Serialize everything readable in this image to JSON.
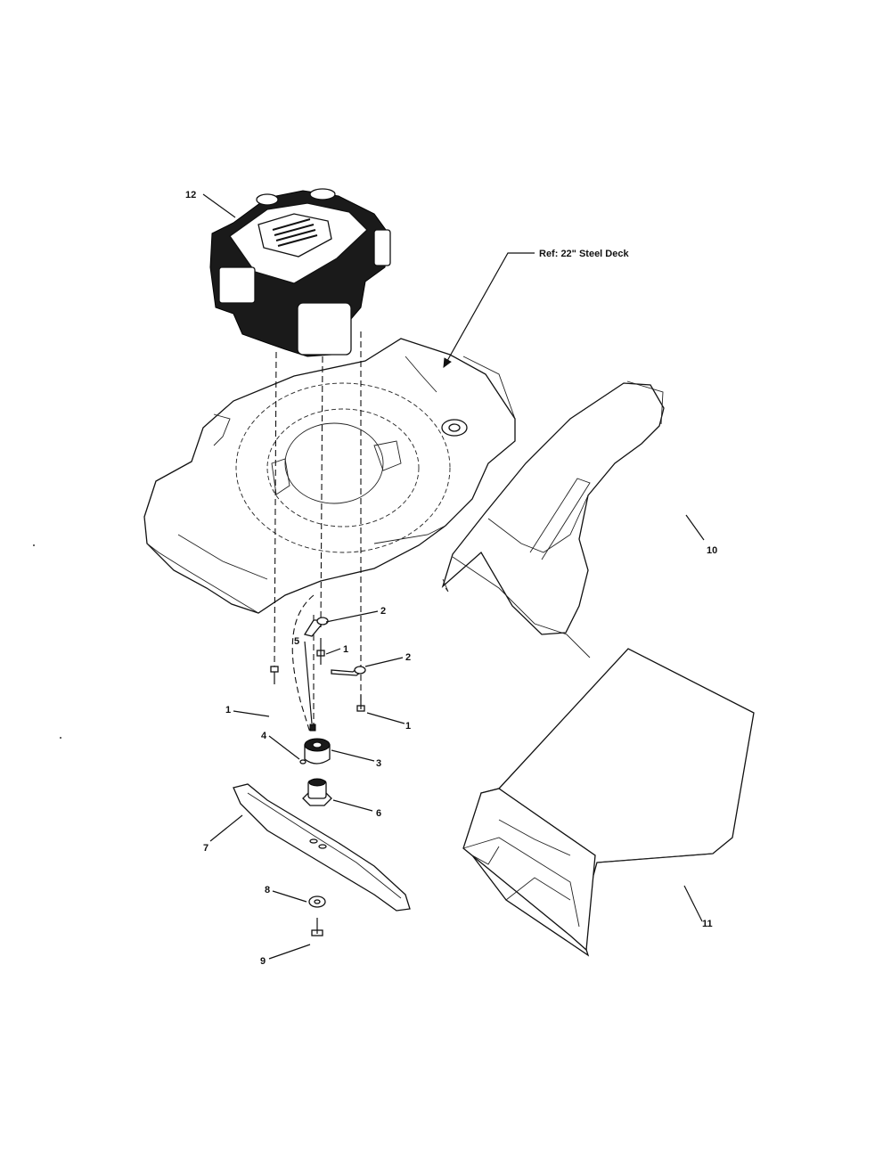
{
  "reference_label": "Ref: 22\" Steel Deck",
  "callouts": {
    "c1a": "1",
    "c1b": "1",
    "c1c": "1",
    "c2a": "2",
    "c2b": "2",
    "c3": "3",
    "c4": "4",
    "c5": "5",
    "c6": "6",
    "c7": "7",
    "c8": "8",
    "c9": "9",
    "c10": "10",
    "c11": "11",
    "c12": "12"
  }
}
